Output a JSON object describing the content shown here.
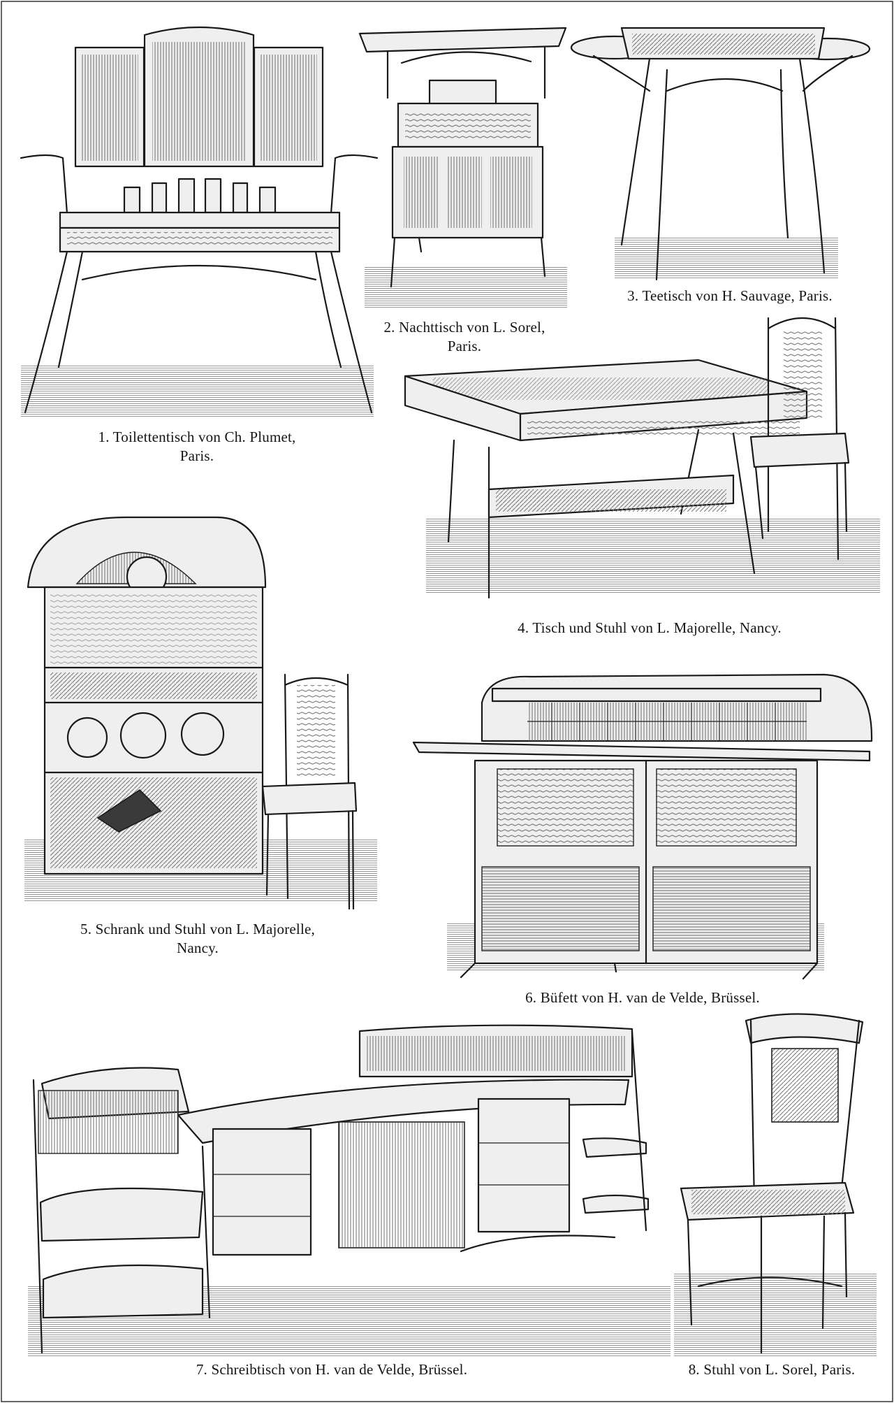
{
  "captions": {
    "c1": {
      "line1": "1. Toilettentisch von Ch. Plumet,",
      "line2": "Paris."
    },
    "c2": {
      "line1": "2. Nachttisch von L. Sorel,",
      "line2": "Paris."
    },
    "c3": {
      "line1": "3. Teetisch von H. Sauvage, Paris."
    },
    "c4": {
      "line1": "4. Tisch und Stuhl von L. Majorelle, Nancy."
    },
    "c5": {
      "line1": "5. Schrank und Stuhl von L. Majorelle,",
      "line2": "Nancy."
    },
    "c6": {
      "line1": "6. Büfett von H. van de Velde, Brüssel."
    },
    "c7": {
      "line1": "7. Schreibtisch von H. van de Velde, Brüssel."
    },
    "c8": {
      "line1": "8. Stuhl von L. Sorel, Paris."
    }
  },
  "colors": {
    "ink": "#1a1a1a",
    "paper": "#ffffff",
    "hatch": "#7a7a7a"
  }
}
